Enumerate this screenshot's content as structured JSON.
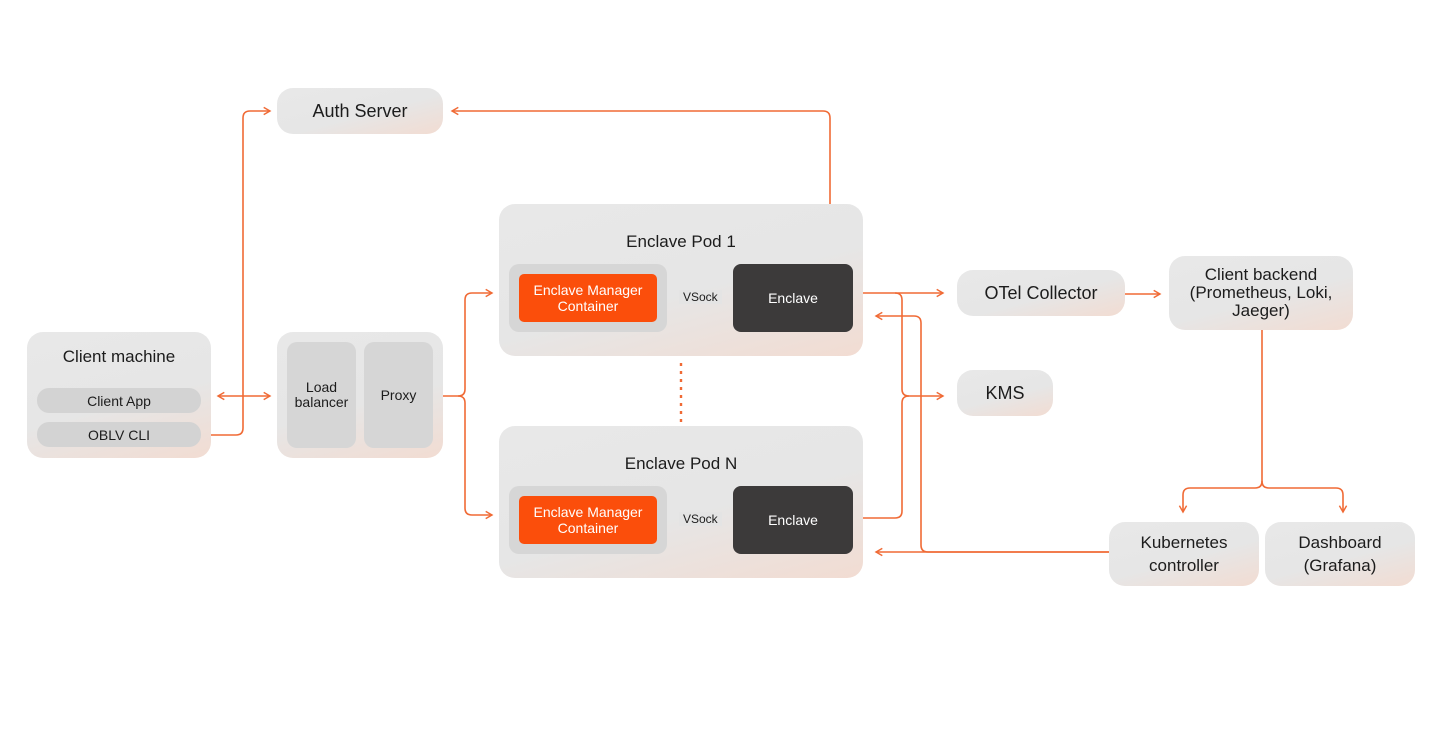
{
  "auth_server": "Auth Server",
  "client_machine": {
    "title": "Client machine",
    "client_app": "Client App",
    "oblv_cli": "OBLV CLI"
  },
  "gateway": {
    "load_balancer_line1": "Load",
    "load_balancer_line2": "balancer",
    "proxy": "Proxy"
  },
  "pod1": {
    "title": "Enclave Pod 1",
    "manager_line1": "Enclave Manager",
    "manager_line2": "Container",
    "vsock": "VSock",
    "enclave": "Enclave"
  },
  "podN": {
    "title": "Enclave Pod N",
    "manager_line1": "Enclave Manager",
    "manager_line2": "Container",
    "vsock": "VSock",
    "enclave": "Enclave"
  },
  "otel_collector": "OTel Collector",
  "kms": "KMS",
  "client_backend": {
    "line1": "Client backend",
    "line2": "(Prometheus, Loki,",
    "line3": "Jaeger)"
  },
  "kubernetes_controller": {
    "line1": "Kubernetes",
    "line2": "controller"
  },
  "dashboard": {
    "line1": "Dashboard",
    "line2": "(Grafana)"
  },
  "colors": {
    "accent": "#fb4e0b",
    "arrow": "#f06a35",
    "node_bg": "#e6e6e6",
    "enclave_bg": "#3c3a3a"
  }
}
